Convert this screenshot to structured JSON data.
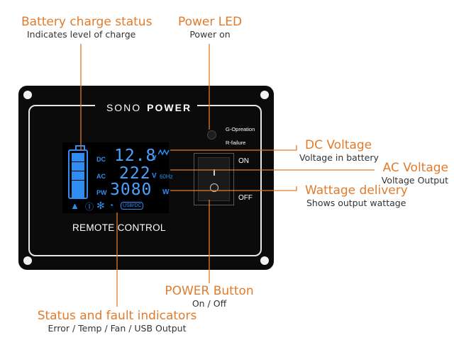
{
  "callouts": {
    "battery": {
      "title": "Battery charge status",
      "subtitle": "Indicates level of charge"
    },
    "power_led": {
      "title": "Power LED",
      "subtitle": "Power on"
    },
    "dc_voltage": {
      "title": "DC Voltage",
      "subtitle": "Voltage in battery"
    },
    "ac_voltage": {
      "title": "AC Voltage",
      "subtitle": "Voltage Output"
    },
    "wattage": {
      "title": "Wattage delivery",
      "subtitle": "Shows output wattage"
    },
    "power_button": {
      "title": "POWER Button",
      "subtitle": "On / Off"
    },
    "status": {
      "title": "Status and fault indicators",
      "subtitle": "Error / Temp / Fan / USB Output"
    }
  },
  "panel": {
    "brand_light": "SONO",
    "brand_bold": "POWER",
    "remote_label": "REMOTE CONTROL",
    "led_labels": {
      "g_operation": "G-Opreation",
      "r_failure": "R-failure"
    },
    "switch_labels": {
      "on": "ON",
      "off": "OFF"
    }
  },
  "lcd": {
    "battery_bars_lit": 5,
    "rows": [
      {
        "label": "DC",
        "value": "12.8",
        "unit": "V",
        "extra": "DC waveform"
      },
      {
        "label": "AC",
        "value": "222",
        "unit": "V",
        "extra": "60Hz"
      },
      {
        "label": "PW",
        "value": "3080",
        "unit": "W",
        "extra": ""
      }
    ],
    "indicators": [
      "warning-icon",
      "thermometer-icon",
      "fan-icon",
      "gauge-icon"
    ],
    "usb_badge": "USB/DC"
  },
  "colors": {
    "accent": "#e07b2c",
    "lcd_blue": "#2f8cf0",
    "panel": "#0b0b0b"
  }
}
